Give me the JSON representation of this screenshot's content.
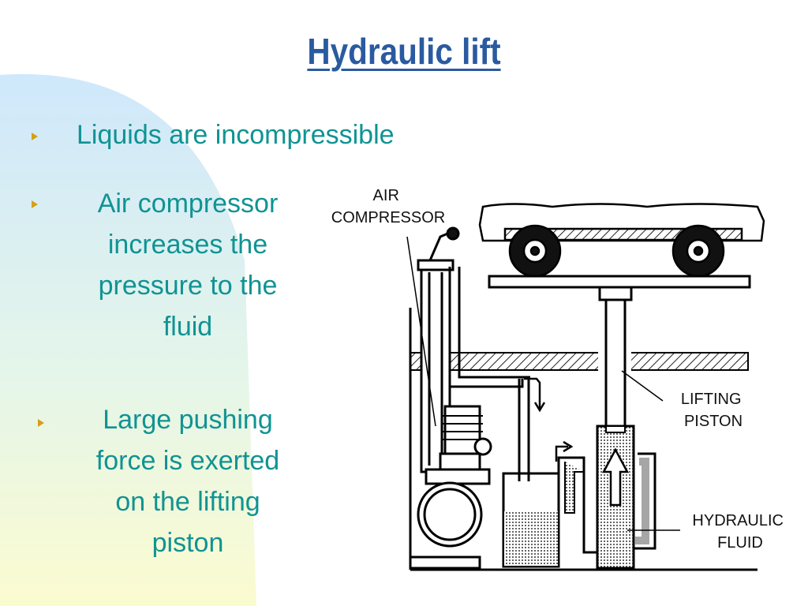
{
  "slide": {
    "title": "Hydraulic lift",
    "bullets": [
      {
        "text": "Liquids are incompressible"
      },
      {
        "lines": [
          "Air compressor",
          "increases the",
          "pressure to the",
          "fluid"
        ]
      },
      {
        "lines": [
          "Large pushing",
          "force is exerted",
          "on the lifting",
          "piston"
        ]
      }
    ]
  },
  "diagram": {
    "labels": {
      "air_compressor": [
        "AIR",
        "COMPRESSOR"
      ],
      "lifting_piston": [
        "LIFTING",
        "PISTON"
      ],
      "hydraulic_fluid": [
        "HYDRAULIC",
        "FLUID"
      ]
    }
  },
  "colors": {
    "title": "#2a5aa0",
    "text": "#109393",
    "bullet": "#d4a017"
  }
}
